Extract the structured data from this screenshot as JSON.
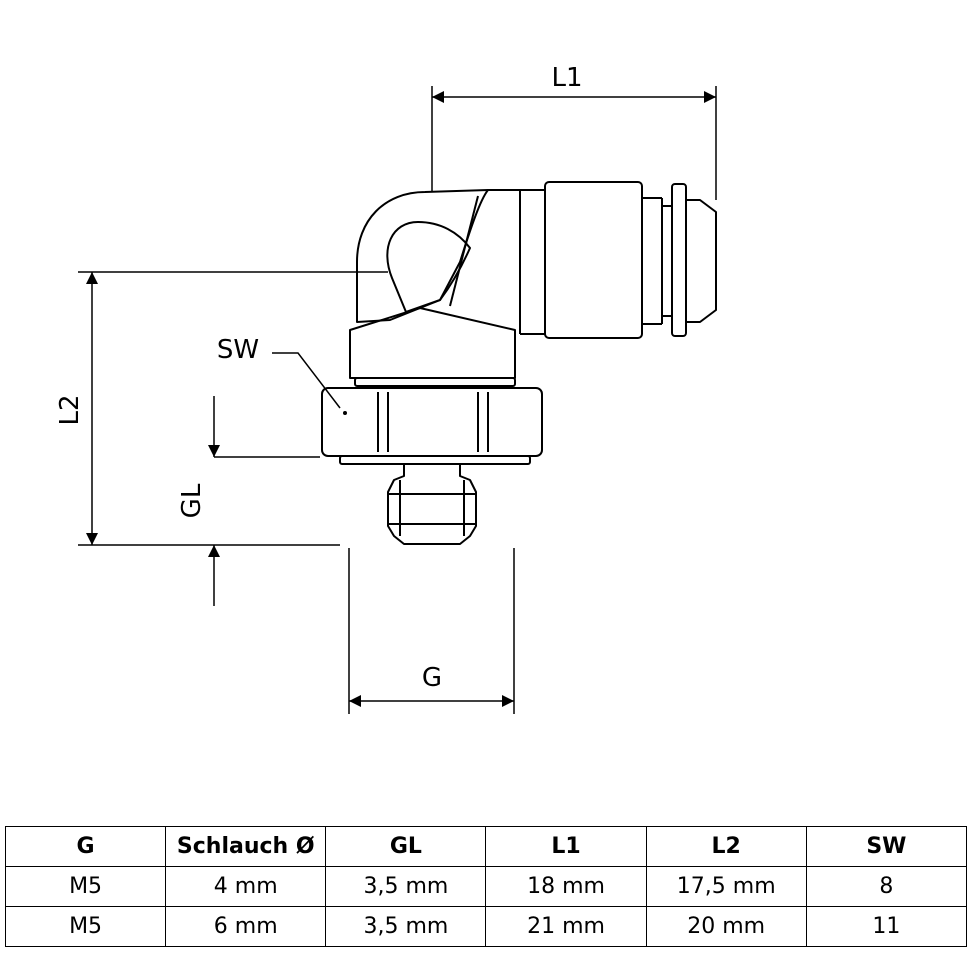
{
  "drawing": {
    "labels": {
      "l1": "L1",
      "l2": "L2",
      "sw": "SW",
      "gl": "GL",
      "g": "G"
    }
  },
  "table": {
    "headers": [
      "G",
      "Schlauch Ø",
      "GL",
      "L1",
      "L2",
      "SW"
    ],
    "rows": [
      [
        "M5",
        "4 mm",
        "3,5 mm",
        "18 mm",
        "17,5 mm",
        "8"
      ],
      [
        "M5",
        "6 mm",
        "3,5 mm",
        "21 mm",
        "20 mm",
        "11"
      ]
    ]
  }
}
